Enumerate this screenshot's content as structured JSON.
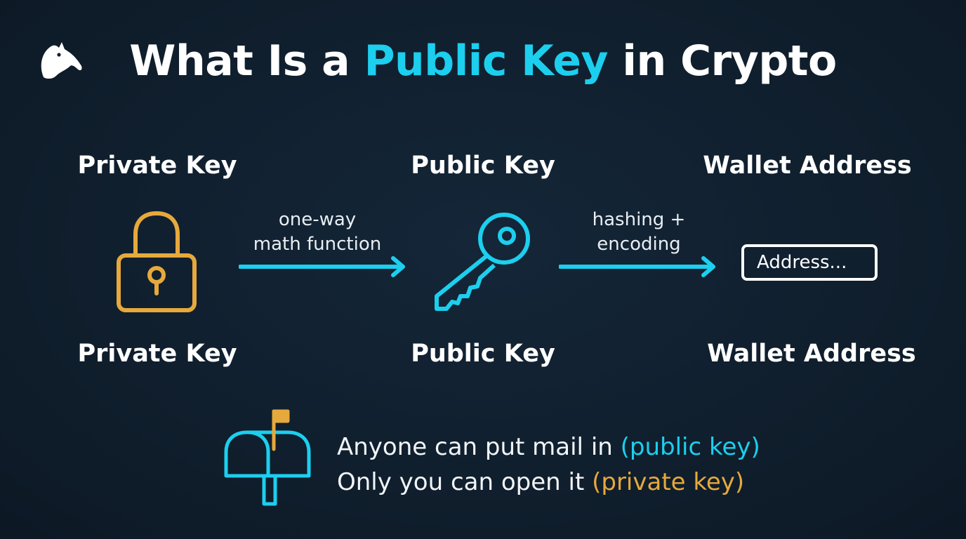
{
  "title": {
    "before": "What Is a ",
    "highlight": "Public Key",
    "after": " in Crypto"
  },
  "flow": {
    "top_labels": [
      "Private Key",
      "Public Key",
      "Wallet Address"
    ],
    "bottom_labels": [
      "Private Key",
      "Public Key",
      "Wallet Address"
    ],
    "edge1": {
      "line1": "one-way",
      "line2": "math function"
    },
    "edge2": {
      "line1": "hashing +",
      "line2": "encoding"
    },
    "address_box": "Address..."
  },
  "analogy": {
    "line1_text": "Anyone can put mail in ",
    "line1_highlight": "(public key)",
    "line2_text": "Only you can open it ",
    "line2_highlight": "(private key)"
  },
  "icons": {
    "logo": "anteater-logo-icon",
    "lock": "padlock-icon",
    "key": "key-icon",
    "mailbox": "mailbox-icon"
  },
  "colors": {
    "background": "#11202f",
    "accent_cyan": "#1ccfee",
    "accent_gold": "#e6a93c",
    "text": "#ffffff"
  }
}
